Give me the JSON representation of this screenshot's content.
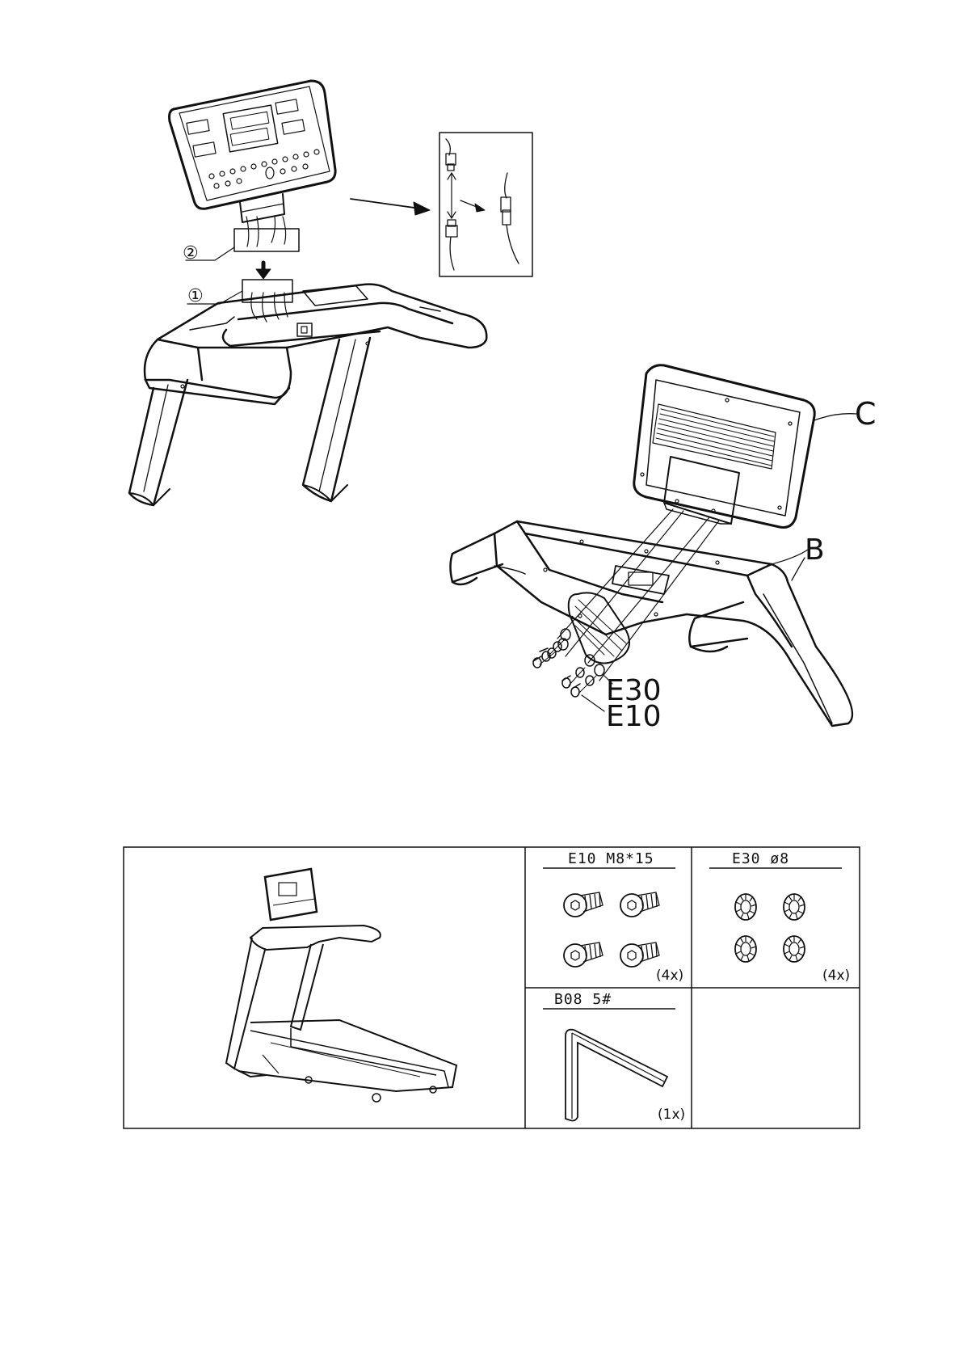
{
  "diagram": {
    "callouts": {
      "circle_2": "②",
      "circle_1": "①",
      "part_c": "C",
      "part_b": "B",
      "part_e30": "E30",
      "part_e10": "E10"
    }
  },
  "parts_table": {
    "cells": [
      {
        "code": "E10",
        "spec": "M8*15",
        "qty": "(4x)",
        "icon": "hex-socket-bolt-icon"
      },
      {
        "code": "E30",
        "spec": "ø8",
        "qty": "(4x)",
        "icon": "star-lock-washer-icon"
      },
      {
        "code": "B08",
        "spec": "5#",
        "qty": "(1x)",
        "icon": "allen-key-icon"
      }
    ]
  }
}
